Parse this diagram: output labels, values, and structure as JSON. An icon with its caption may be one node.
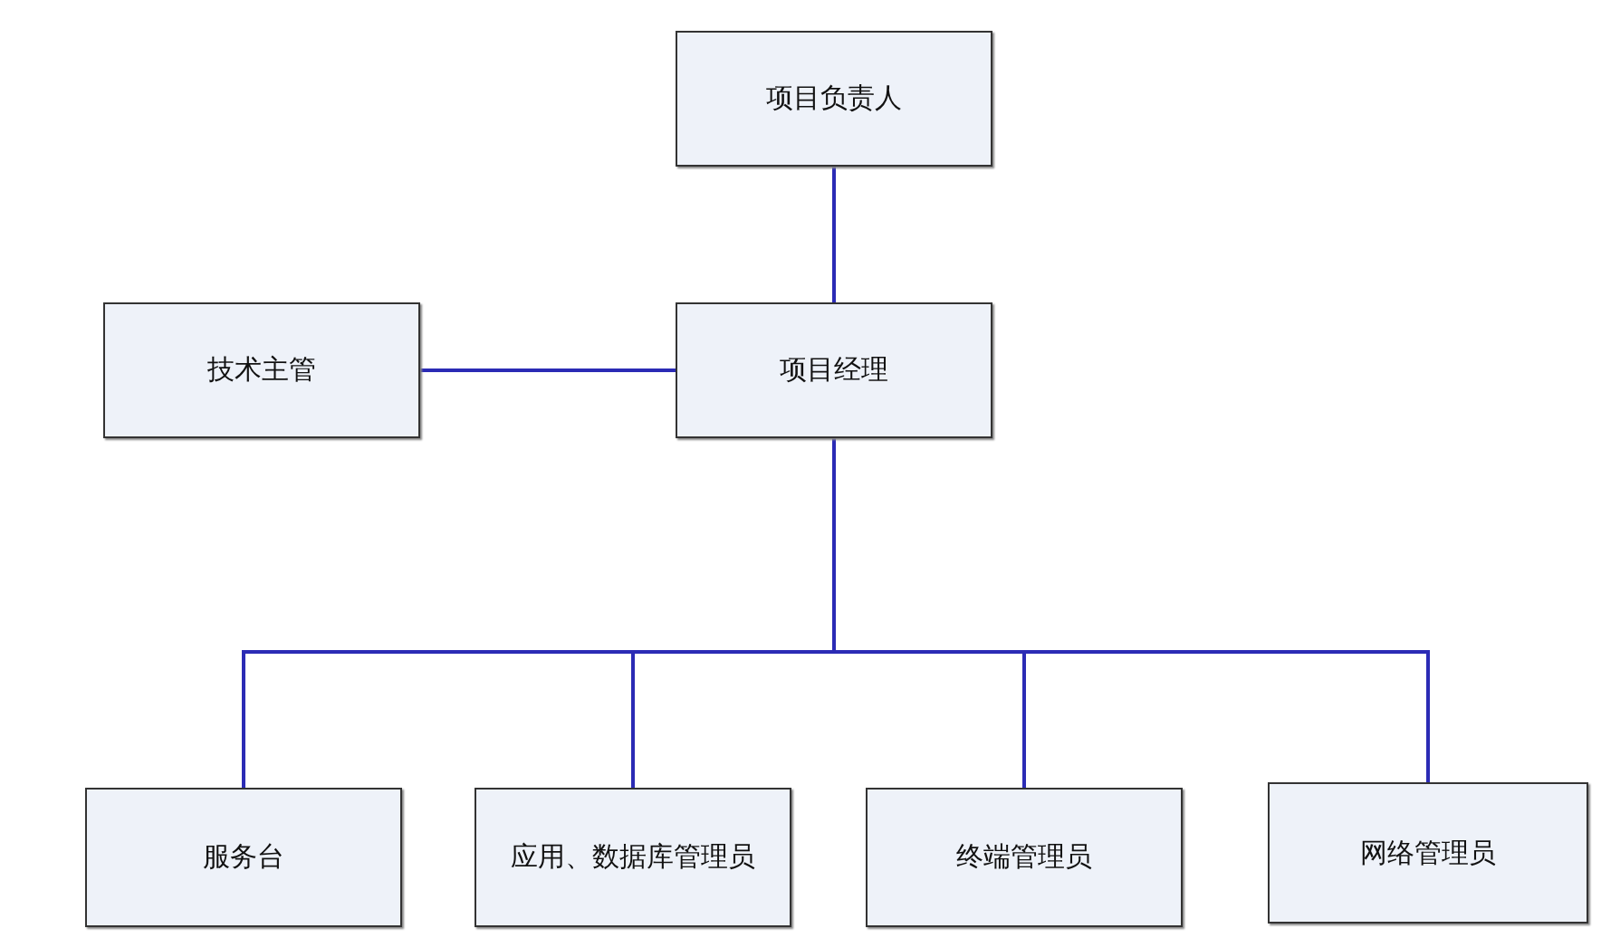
{
  "diagram": {
    "nodes": [
      {
        "text": [
          "项目负责人"
        ]
      },
      {
        "text": [
          "项目经理"
        ]
      },
      {
        "text": [
          "技术主管"
        ]
      },
      {
        "text": [
          "服务台"
        ]
      },
      {
        "text": [
          "应用、数据库管理员"
        ]
      },
      {
        "text": [
          "终端管理员"
        ]
      },
      {
        "text": [
          "网络管理员"
        ]
      }
    ],
    "edges": [
      {
        "from": 0,
        "to": 1,
        "arrow": "none"
      },
      {
        "from": 2,
        "to": 1,
        "arrow": "none"
      },
      {
        "from": 1,
        "to": 3,
        "arrow": "none"
      },
      {
        "from": 1,
        "to": 4,
        "arrow": "none"
      },
      {
        "from": 1,
        "to": 5,
        "arrow": "none"
      },
      {
        "from": 1,
        "to": 6,
        "arrow": "none"
      }
    ]
  }
}
